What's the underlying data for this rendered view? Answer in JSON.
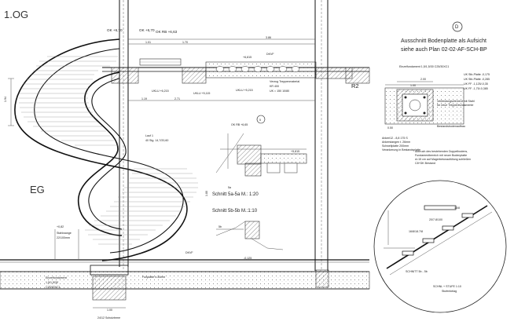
{
  "levels": {
    "upper": "1.OG",
    "lower": "EG"
  },
  "top_elevations": {
    "ok_left": "OK +6,70",
    "ok_right": "OK +6,70",
    "ok_rb": "OK RB +6,63"
  },
  "dims_top": {
    "d386": "3.86",
    "d101": "1.01",
    "d170": "1.70",
    "d271": "2.71",
    "d119": "1.19",
    "d194": "1.94",
    "d180": "1.80"
  },
  "beam_labels": {
    "uklu_a": "UKLU +6,215",
    "uklu_b": "UKLU +5,115",
    "uklu_c": "UKLU +5,215",
    "dkvf": "DKVF",
    "elev_6815": "+6,815",
    "r2": "R2"
  },
  "deck_note": {
    "line1": "Verzug Treppenmaterial",
    "line2": "KR 400",
    "line3": "UK = 150 10/80"
  },
  "stair_note": {
    "line1": "Lauf 1",
    "line2": "40 Stg. 14,7/20,60"
  },
  "section_5a": {
    "marker": "5",
    "ok_label": "OK RB +6,65",
    "elev": "+5,815",
    "title": "Schnitt 5a-5a M.: 1:20",
    "tag": "5a"
  },
  "section_5b": {
    "title": "Schnitt 5b-5b M.:1:10",
    "tag": "5b"
  },
  "ground": {
    "elev_left": "+0,82",
    "stahlwange": "Stahlwange",
    "stahlwange2": "22/100mm",
    "fussplatte": "Fußplatte t=30mm",
    "elev_bottom": "-0,125",
    "dkvf_low": "DKVF",
    "width_dim": "1.00",
    "bottom_note": "24/12 Schutzbrme"
  },
  "fundament": {
    "line1": "Einzelfundament",
    "line2": "1,5/1,5/30",
    "line3": "C25/30XC1"
  },
  "detail_d": {
    "marker": "D",
    "title": "Ausschnitt Bodenplatte als Aufsicht",
    "subtitle": "siehe auch Plan 02-02-AF-SCH-BP",
    "fund_label": "Einzelfundament 1,5/1,5/30 C25/30XC1",
    "legend": [
      "UK Stb-Platte -0,175",
      "UK Stb-Platte -0,285",
      "UK FF -1,125/-0,35",
      "UK FF -1,75/-0,385"
    ],
    "notes": [
      "Verbindungselement mit Stahl",
      "für neue Treppenfundamente"
    ],
    "dims": {
      "d200": "2.00",
      "d100": "1.00",
      "d050": "0.50"
    },
    "note_left": [
      "Ankeri12 - 8,8 175 S",
      "Ankerstangen t. 26mm",
      "Schwellplatte 200mm",
      "Verankerung in Bestandsplatte"
    ],
    "note_right": [
      "Abbruch des bestehenden Doppelbodens,",
      "Fundamentbereich mit neuer Bodenplatte",
      "d=15 cm auf Magerbetonaufüllung schließen",
      "C8+DK Bestand"
    ],
    "side_note": "Bestandsbodenaufbau"
  },
  "detail_e": {
    "label1": "SCHNITT 5b - 5b",
    "dims": [
      "16/8/18.7/8",
      "20/7.8/100",
      "16/8"
    ],
    "bottom": [
      "SCHNL + STUFE 1:10",
      "Stufenbelag"
    ]
  },
  "colors": {
    "line": "#111111",
    "hatch": "#444444",
    "paper": "#ffffff"
  }
}
